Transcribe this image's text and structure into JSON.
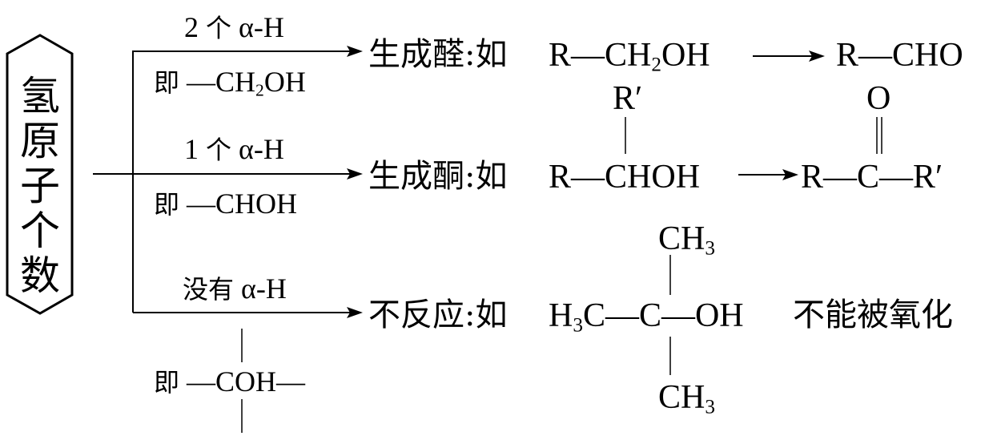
{
  "title_box": {
    "label_chars": [
      "氢",
      "原",
      "子",
      "个",
      "数"
    ]
  },
  "branches": [
    {
      "condition": "2 个 α-H",
      "condition_parts": {
        "count": "2",
        "unit": "个",
        "alpha_h": "α-H"
      },
      "structure_prefix": "即",
      "structure_group": "—CH",
      "structure_sub": "2",
      "structure_tail": "OH",
      "result_label": "生成醛",
      "example_prefix": "如",
      "reactant": {
        "left": "R—CH",
        "sub": "2",
        "right": "OH"
      },
      "product": "R—CHO"
    },
    {
      "condition": "1 个 α-H",
      "condition_parts": {
        "count": "1",
        "unit": "个",
        "alpha_h": "α-H"
      },
      "structure_prefix": "即",
      "structure_group": "—CHOH",
      "result_label": "生成酮",
      "example_prefix": "如",
      "reactant": {
        "top": "R′",
        "main": "R—CHOH"
      },
      "product": {
        "top": "O",
        "main": "R—C—R′"
      }
    },
    {
      "condition": "没有 α-H",
      "condition_parts": {
        "count": "没有",
        "alpha_h": "α-H"
      },
      "structure_prefix": "即",
      "structure_group": "—COH—",
      "result_label": "不反应",
      "example_prefix": "如",
      "example": {
        "top": "CH",
        "top_sub": "3",
        "left": "H",
        "left_sub": "3",
        "left_tail": "C—C—OH",
        "bottom": "CH",
        "bottom_sub": "3"
      },
      "note": "不能被氧化"
    }
  ],
  "separator": ":"
}
